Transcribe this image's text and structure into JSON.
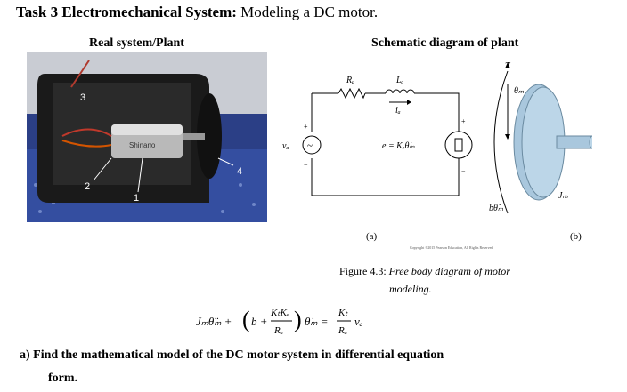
{
  "title": {
    "bold": "Task 3 Electromechanical System:",
    "rest": " Modeling a DC motor."
  },
  "left_heading": "Real system/Plant",
  "right_heading": "Schematic diagram of plant",
  "photo_labels": [
    "3",
    "2",
    "1",
    "4"
  ],
  "photo_motor_text": "Shinano",
  "circuit": {
    "Ra": "Rₐ",
    "La": "Lₐ",
    "ia": "iₐ",
    "va": "vₐ",
    "emf": "e = Kₑθ̇ₘ",
    "plus": "+",
    "minus": "−"
  },
  "shaft": {
    "T": "T",
    "theta": "θₘ",
    "friction": "bθ̇ₘ",
    "inertia": "Jₘ"
  },
  "sub_a": "(a)",
  "sub_b": "(b)",
  "copyright": "Copyright ©2015 Pearson Education, All Rights Reserved",
  "figure_caption": {
    "prefix": "Figure 4.3: ",
    "italic_1": "Free body diagram of motor",
    "italic_2": "modeling."
  },
  "equation": {
    "lhs1": "Jₘθ̈ₘ +",
    "b": "b +",
    "num1": "KₜKₑ",
    "den1": "Rₐ",
    "theta_dot": "θ̇ₘ =",
    "num2": "Kₜ",
    "den2": "Rₐ",
    "va": "vₐ"
  },
  "question": {
    "line1": "a)  Find the mathematical model of the DC motor system in differential equation",
    "line2": "form."
  }
}
